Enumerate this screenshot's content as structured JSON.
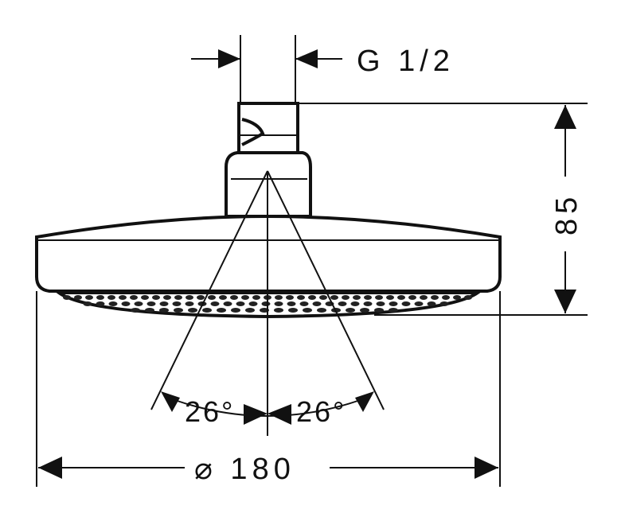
{
  "dimensions": {
    "thread_label": "G 1/2",
    "height_label": "85",
    "diameter_label": "⌀ 180",
    "angle_left_label": "26°",
    "angle_right_label": "26°"
  },
  "colors": {
    "line": "#111111",
    "background": "#ffffff"
  }
}
